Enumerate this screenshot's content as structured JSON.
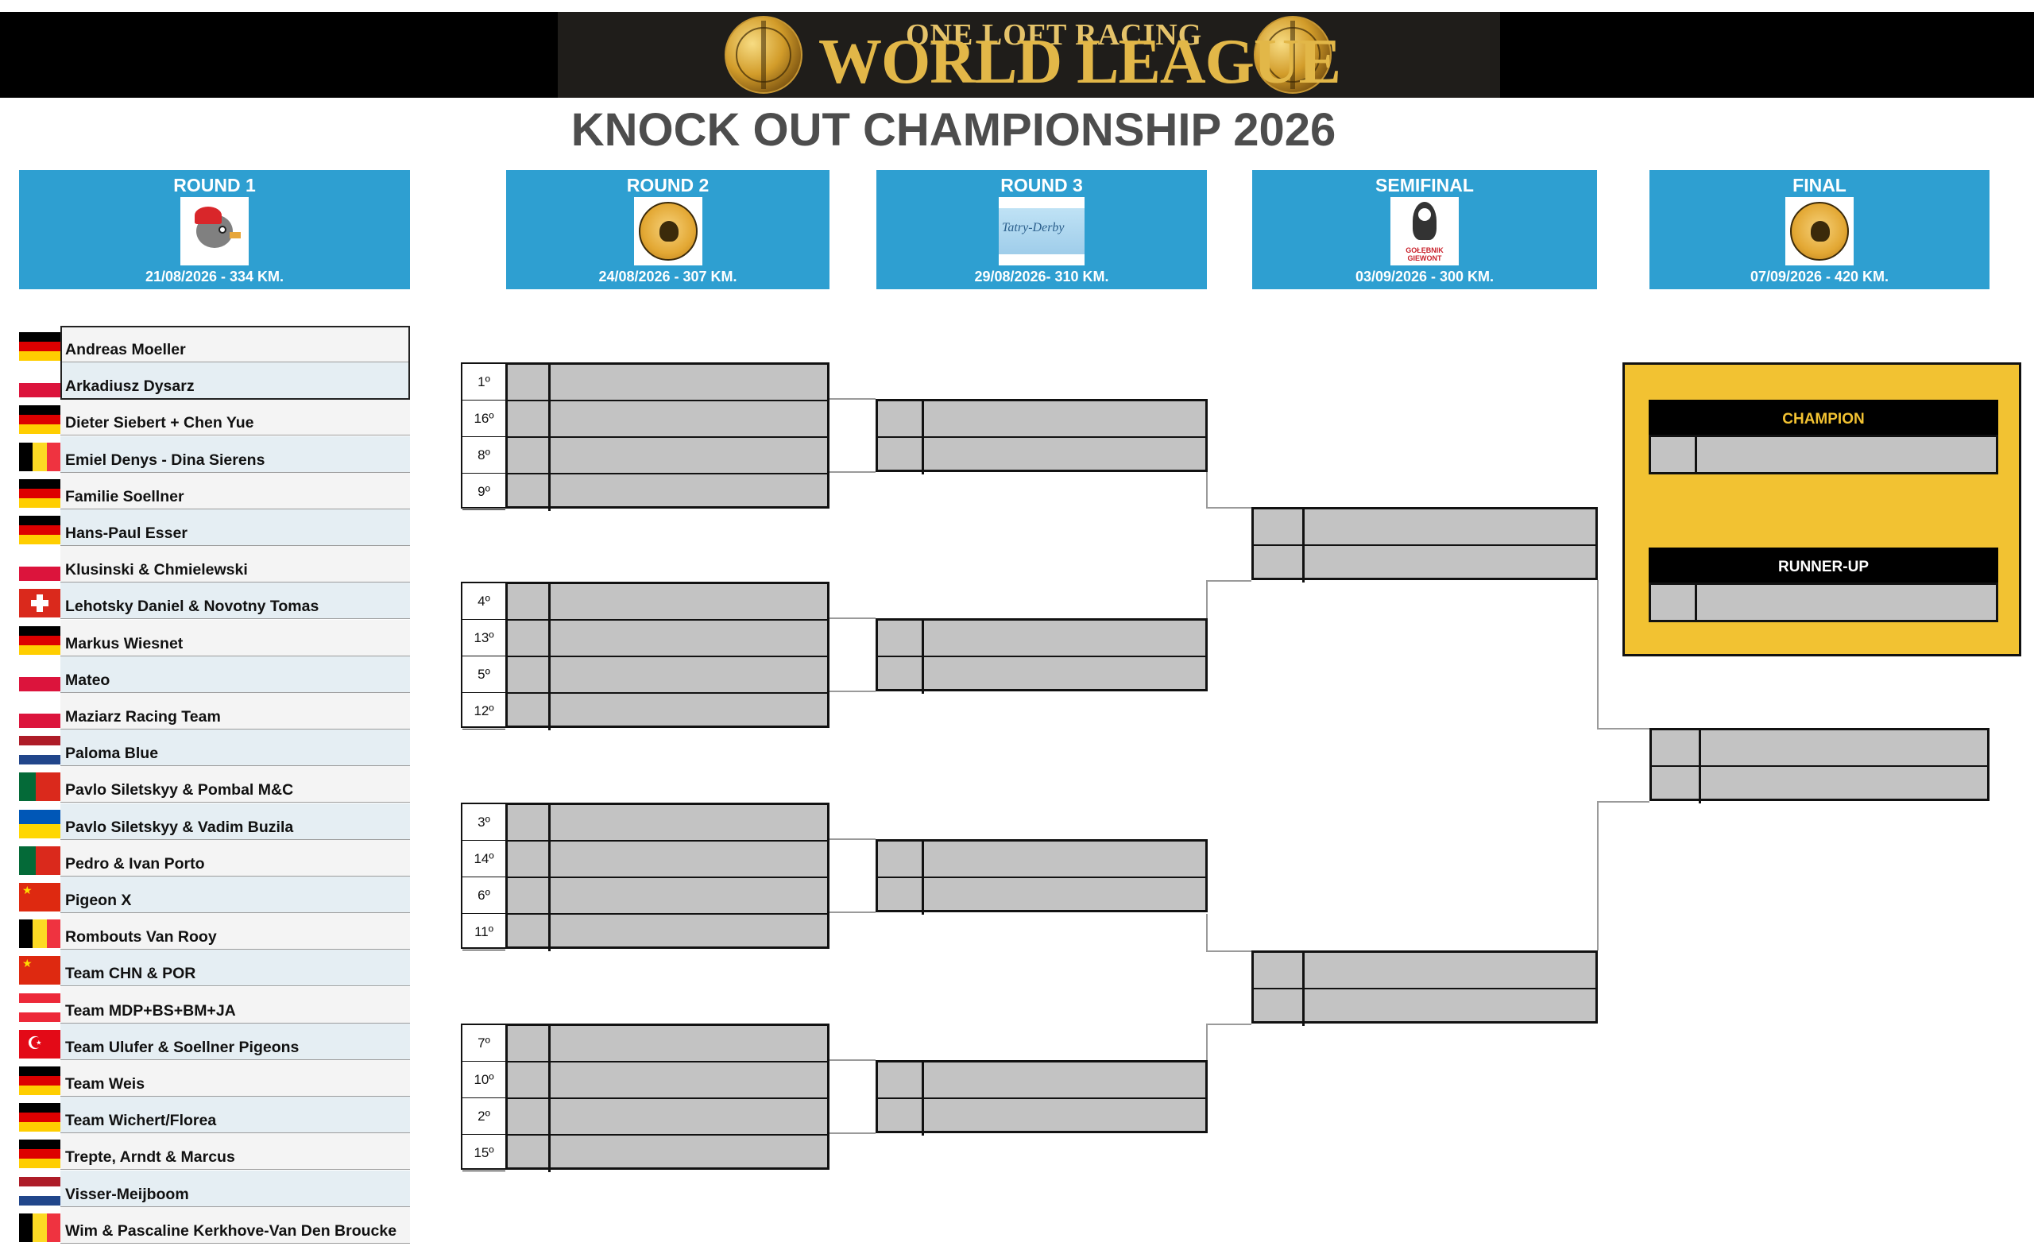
{
  "header": {
    "logo_line1": "ONE LOFT RACING",
    "logo_line2": "WORLD LEAGUE",
    "title": "KNOCK OUT CHAMPIONSHIP 2026"
  },
  "rounds": [
    {
      "title": "ROUND 1",
      "date": "21/08/2026 - 334 KM.",
      "logo": "cartoon-pigeon"
    },
    {
      "title": "ROUND 2",
      "date": "24/08/2026 - 307 KM.",
      "logo": "derby-zagreb-croatia-crest"
    },
    {
      "title": "ROUND 3",
      "date": "29/08/2026- 310 KM.",
      "logo": "tatry-derby",
      "logo_text": "Tatry-Derby"
    },
    {
      "title": "SEMIFINAL",
      "date": "03/09/2026 - 300 KM.",
      "logo": "golebnik-giewont",
      "logo_text": "GOŁĘBNIK GIEWONT"
    },
    {
      "title": "FINAL",
      "date": "07/09/2026 - 420 KM.",
      "logo": "derby-zagreb-croatia-crest"
    }
  ],
  "participants": [
    {
      "name": "Andreas Moeller",
      "flag": "DE"
    },
    {
      "name": "Arkadiusz Dysarz",
      "flag": "PL"
    },
    {
      "name": "Dieter Siebert + Chen Yue",
      "flag": "DE"
    },
    {
      "name": "Emiel Denys - Dina Sierens",
      "flag": "BE"
    },
    {
      "name": "Familie Soellner",
      "flag": "DE"
    },
    {
      "name": "Hans-Paul Esser",
      "flag": "DE"
    },
    {
      "name": "Klusinski & Chmielewski",
      "flag": "PL"
    },
    {
      "name": "Lehotsky Daniel & Novotny Tomas",
      "flag": "CH"
    },
    {
      "name": "Markus Wiesnet",
      "flag": "DE"
    },
    {
      "name": "Mateo",
      "flag": "PL"
    },
    {
      "name": "Maziarz Racing Team",
      "flag": "PL"
    },
    {
      "name": "Paloma Blue",
      "flag": "NL"
    },
    {
      "name": "Pavlo Siletskyy & Pombal M&C",
      "flag": "PT"
    },
    {
      "name": "Pavlo Siletskyy & Vadim Buzila",
      "flag": "UA"
    },
    {
      "name": "Pedro & Ivan Porto",
      "flag": "PT"
    },
    {
      "name": "Pigeon X",
      "flag": "CN"
    },
    {
      "name": "Rombouts Van Rooy",
      "flag": "BE"
    },
    {
      "name": "Team CHN & POR",
      "flag": "CN"
    },
    {
      "name": "Team MDP+BS+BM+JA",
      "flag": "AT"
    },
    {
      "name": "Team Ulufer & Soellner Pigeons",
      "flag": "TR"
    },
    {
      "name": "Team Weis",
      "flag": "DE"
    },
    {
      "name": "Team Wichert/Florea",
      "flag": "DE"
    },
    {
      "name": "Trepte, Arndt & Marcus",
      "flag": "DE"
    },
    {
      "name": "Visser-Meijboom",
      "flag": "NL"
    },
    {
      "name": "Wim & Pascaline Kerkhove-Van Den Broucke",
      "flag": "BE"
    }
  ],
  "seeds": [
    [
      "1º",
      "16º",
      "8º",
      "9º"
    ],
    [
      "4º",
      "13º",
      "5º",
      "12º"
    ],
    [
      "3º",
      "14º",
      "6º",
      "11º"
    ],
    [
      "7º",
      "10º",
      "2º",
      "15º"
    ]
  ],
  "awards": {
    "champion_label": "CHAMPION",
    "runner_up_label": "RUNNER-UP",
    "champion_color": "#f2c232",
    "runner_up_color": "#ffffff"
  },
  "colors": {
    "header_blue": "#2e9fd1",
    "slot_gray": "#c3c3c3",
    "trophy_gold": "#f2c232"
  }
}
